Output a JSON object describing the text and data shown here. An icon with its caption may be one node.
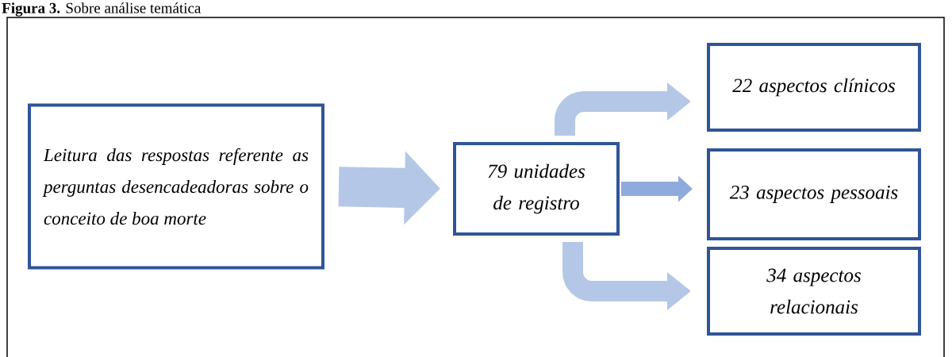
{
  "diagram": {
    "title": "**Figura 3.** Sobre análise temática",
    "nodes": [
      {
        "text": [
          "Leitura das respostas referente as perguntas desencadeadoras sobre o conceito de boa morte"
        ]
      },
      {
        "text": [
          "79 unidades de registro"
        ]
      },
      {
        "text": [
          "22 aspectos clínicos"
        ]
      },
      {
        "text": [
          "23 aspectos pessoais"
        ]
      },
      {
        "text": [
          "34 aspectos relacionais"
        ]
      }
    ],
    "edges": [
      {
        "from": 0,
        "to": 1,
        "arrow": "to",
        "style": "thick"
      },
      {
        "from": 1,
        "to": 2,
        "arrow": "to"
      },
      {
        "from": 1,
        "to": 3,
        "arrow": "to",
        "color": "#8faadc"
      },
      {
        "from": 1,
        "to": 4,
        "arrow": "to"
      }
    ]
  }
}
